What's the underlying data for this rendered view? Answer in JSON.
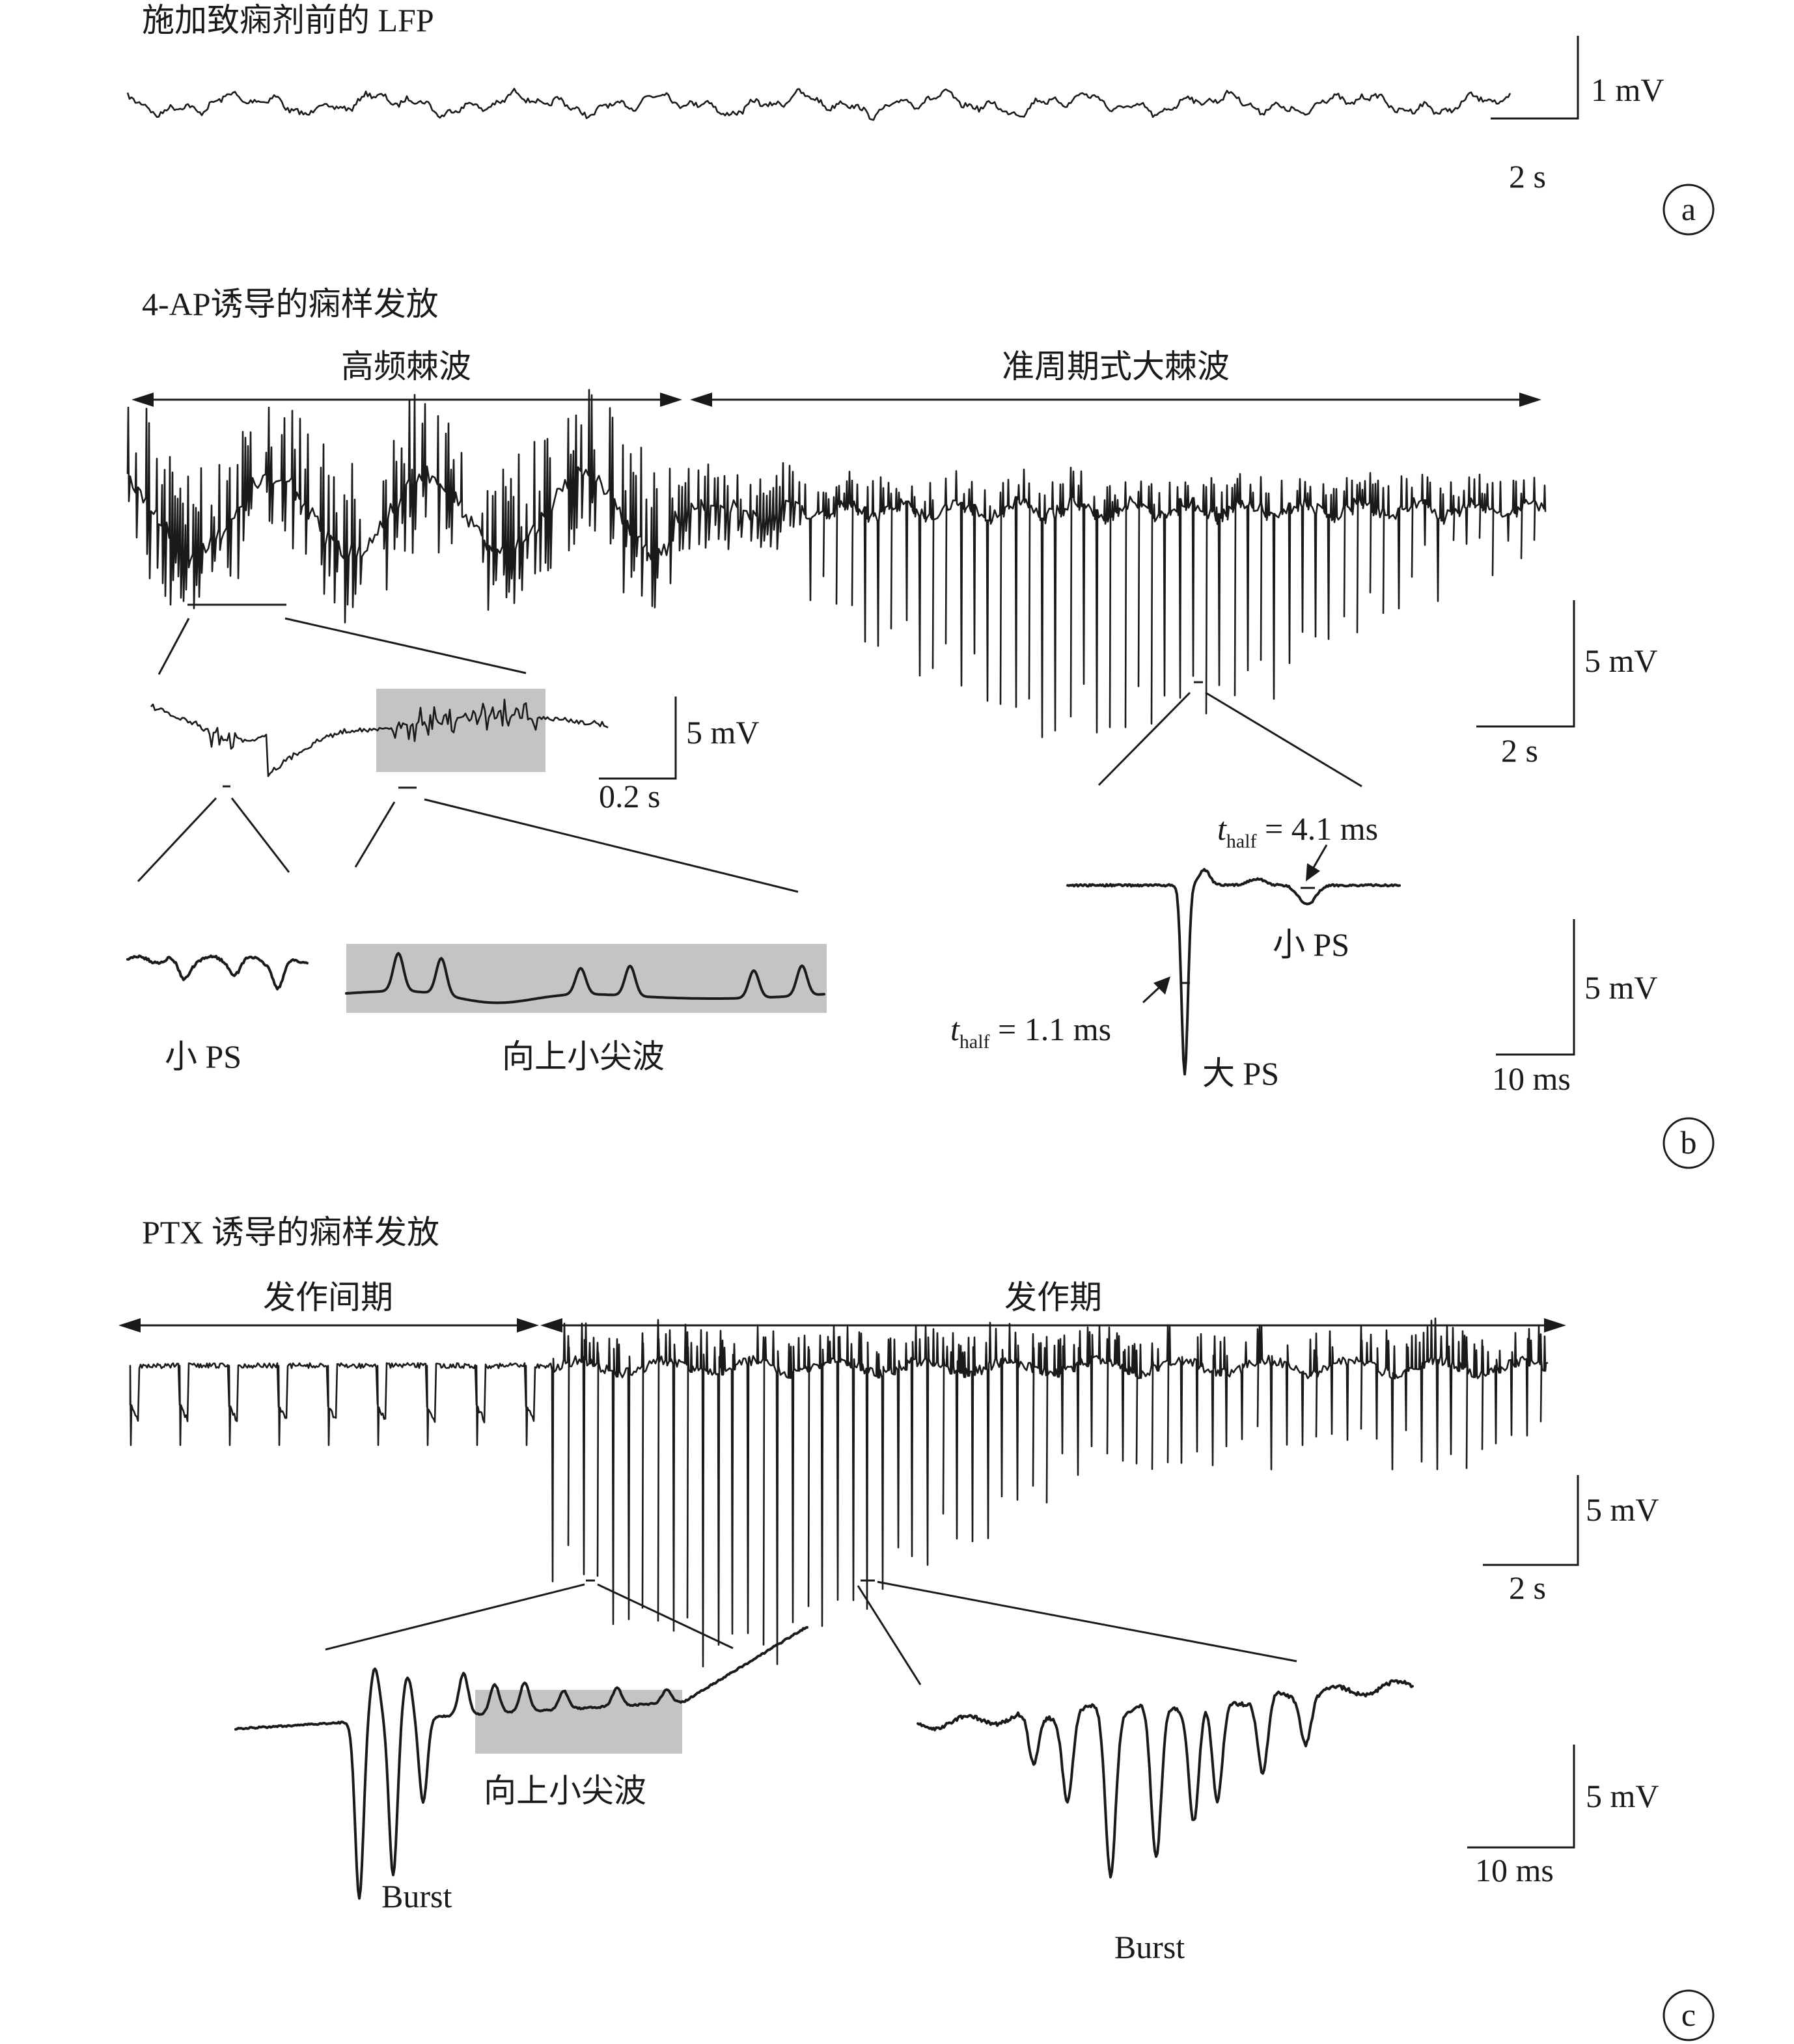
{
  "panel_a": {
    "title": "施加致痫剂前的 LFP",
    "scale_v": "1 mV",
    "scale_t": "2 s",
    "badge": "a"
  },
  "panel_b": {
    "title": "4-AP诱导的痫样发放",
    "phase_left": "高频棘波",
    "phase_right": "准周期式大棘波",
    "scale_v_main": "5 mV",
    "scale_t_main": "2 s",
    "scale_v_zoom": "5 mV",
    "scale_t_zoom": "0.2 s",
    "small_ps_label": "小 PS",
    "upward_spikes_label": "向上小尖波",
    "thalf_big_sym": "t",
    "thalf_big_sub": "half",
    "thalf_big_val": " = 1.1 ms",
    "thalf_small_sym": "t",
    "thalf_small_sub": "half",
    "thalf_small_val": " = 4.1 ms",
    "small_ps_label_right": "小 PS",
    "big_ps_label": "大 PS",
    "scale_v_detail": "5 mV",
    "scale_t_detail": "10 ms",
    "badge": "b"
  },
  "panel_c": {
    "title": "PTX 诱导的痫样发放",
    "phase_left": "发作间期",
    "phase_right": "发作期",
    "scale_v_main": "5 mV",
    "scale_t_main": "2 s",
    "upward_spikes_label": "向上小尖波",
    "burst_left": "Burst",
    "burst_right": "Burst",
    "scale_v_detail": "5 mV",
    "scale_t_detail": "10 ms",
    "badge": "c"
  }
}
